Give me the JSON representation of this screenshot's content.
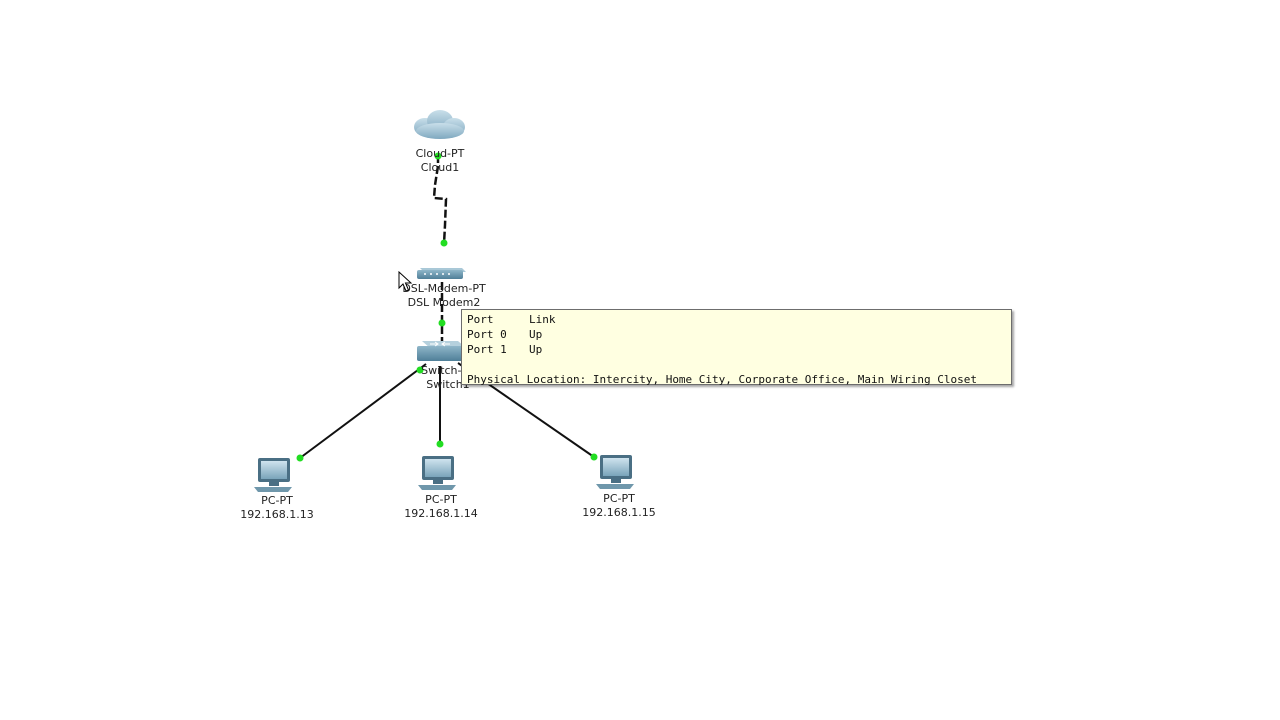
{
  "devices": {
    "cloud": {
      "type": "Cloud-PT",
      "name": "Cloud1",
      "icon": "cloud-icon"
    },
    "modem": {
      "type": "DSL-Modem-PT",
      "name": "DSL Modem2",
      "icon": "dsl-modem-icon"
    },
    "switch": {
      "type": "Switch-PT",
      "name": "Switch1",
      "icon": "switch-icon"
    },
    "pcs": [
      {
        "type": "PC-PT",
        "name": "192.168.1.13",
        "icon": "pc-icon"
      },
      {
        "type": "PC-PT",
        "name": "192.168.1.14",
        "icon": "pc-icon"
      },
      {
        "type": "PC-PT",
        "name": "192.168.1.15",
        "icon": "pc-icon"
      }
    ]
  },
  "tooltip": {
    "header": {
      "port": "Port",
      "link": "Link"
    },
    "rows": [
      {
        "port": "Port 0",
        "link": "Up"
      },
      {
        "port": "Port 1",
        "link": "Up"
      }
    ],
    "location_label": "Physical Location:",
    "location_value": "Intercity, Home City, Corporate Office, Main Wiring Closet"
  },
  "colors": {
    "link_up": "#22dd22",
    "cable": "#111111",
    "device_blue": "#5b8fa8",
    "tooltip_bg": "#ffffe1"
  }
}
